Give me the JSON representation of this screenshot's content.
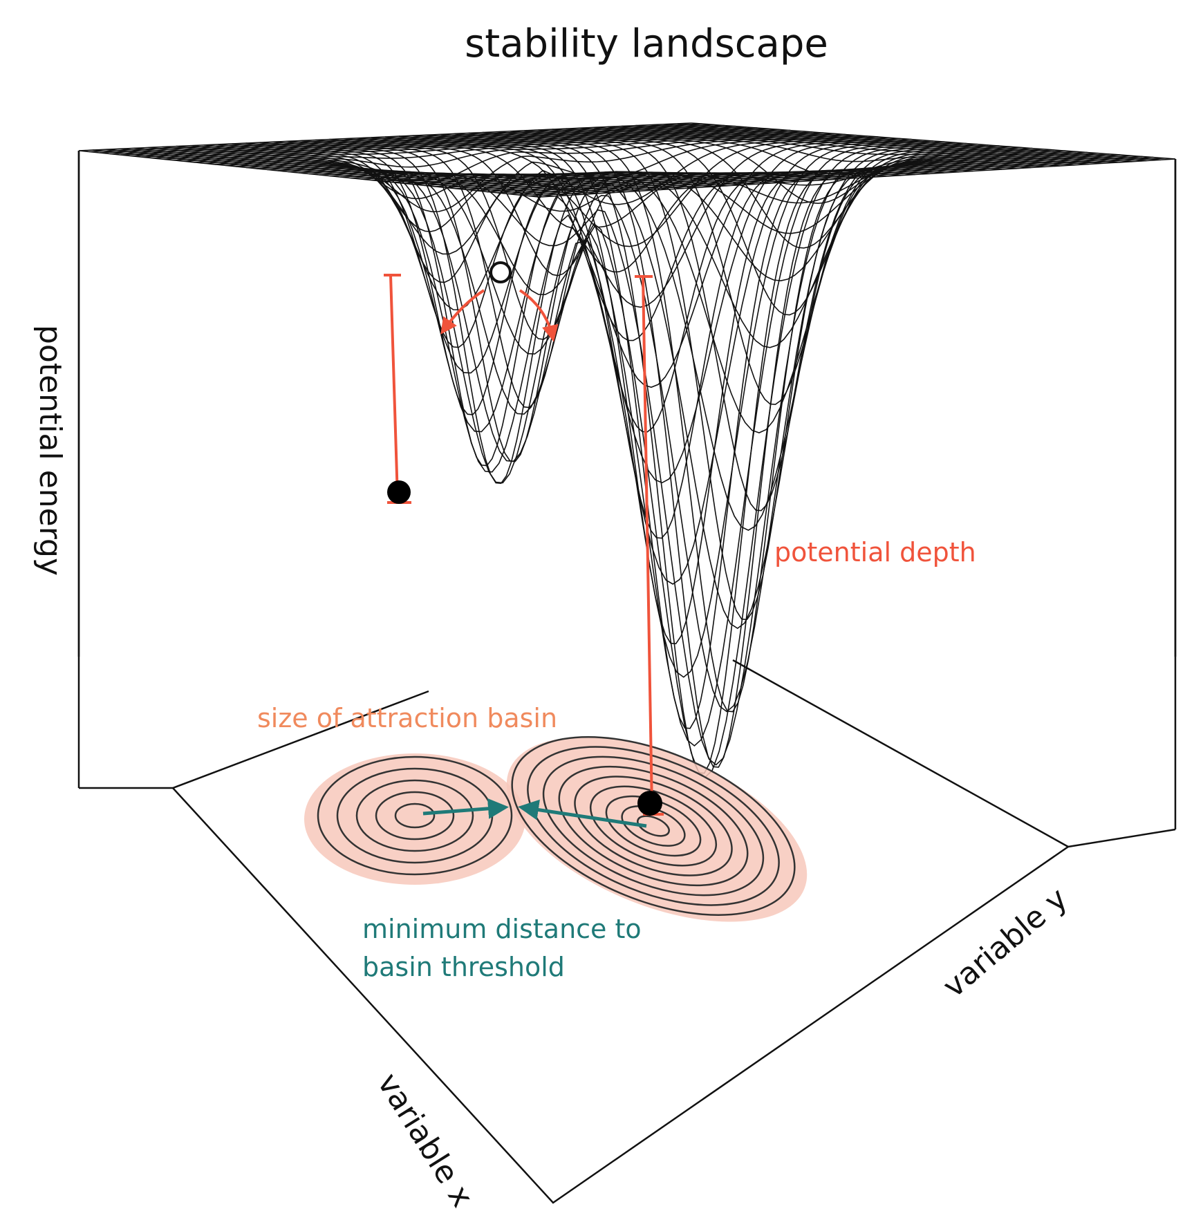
{
  "title": "stability landscape",
  "axes": {
    "z_label": "potential energy",
    "x_label": "variable x",
    "y_label": "variable y"
  },
  "annotations": {
    "potential_depth": "potential depth",
    "basin_size": "size of attraction basin",
    "min_distance_line1": "minimum distance to",
    "min_distance_line2": "basin threshold"
  },
  "colors": {
    "box": "#111111",
    "mesh": "#111111",
    "depth_marker": "#f0533b",
    "basin_fill": "#f7c8bb",
    "basin_text": "#f08a5d",
    "distance": "#1f7a78",
    "contour": "#333333"
  },
  "elements": {
    "stable_states": [
      "stable-state-shallow",
      "stable-state-deep"
    ],
    "unstable_state": "unstable-saddle-point"
  }
}
